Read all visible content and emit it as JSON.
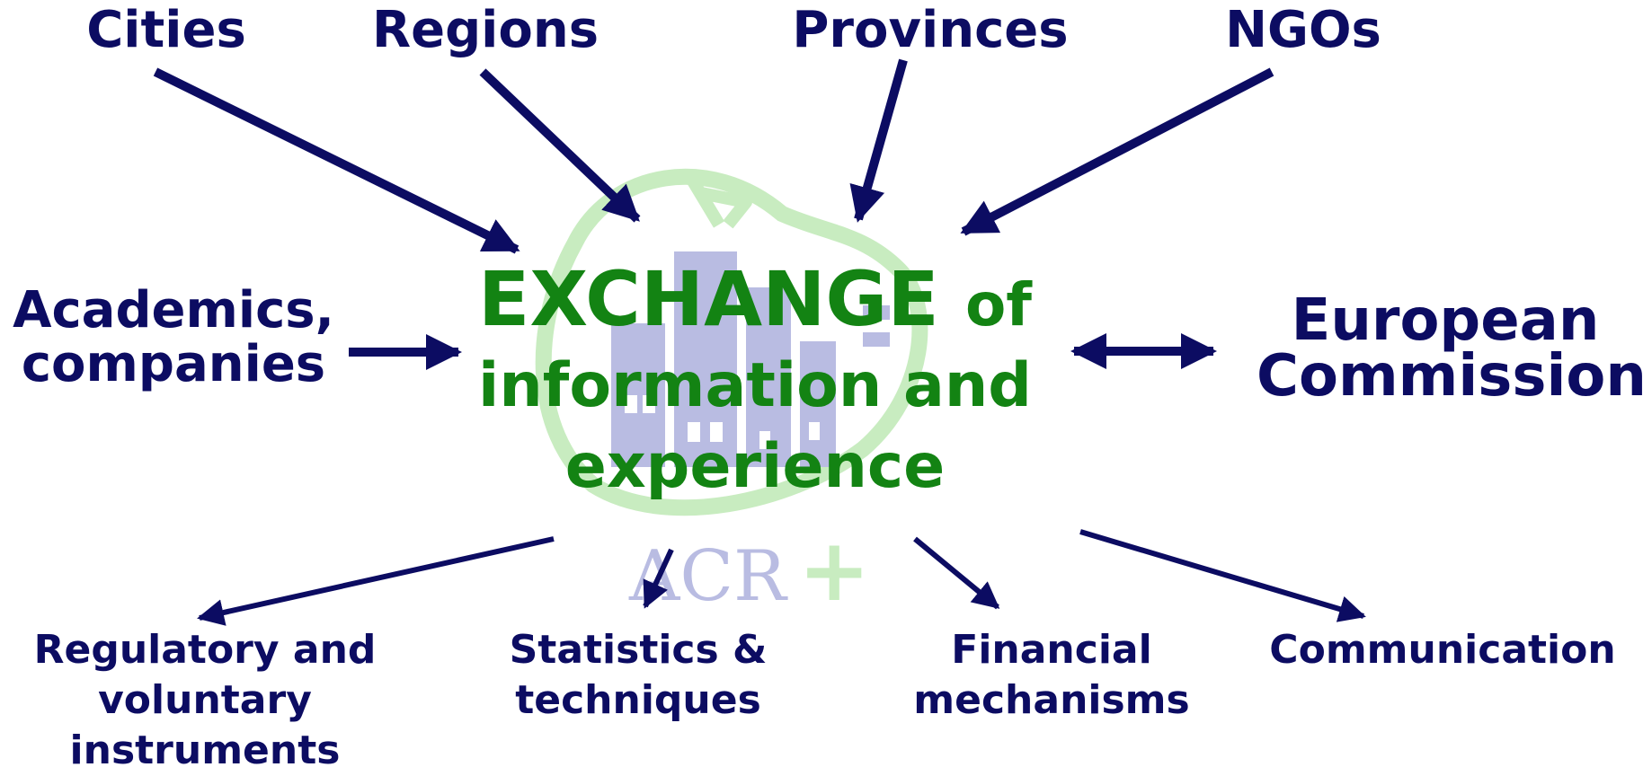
{
  "colors": {
    "label": "#0c0c62",
    "arrow": "#0c0c62",
    "center_text": "#138313",
    "logo_green": "#c8ecc0",
    "logo_blue": "#b9bce2"
  },
  "top_labels": {
    "cities": "Cities",
    "regions": "Regions",
    "provinces": "Provinces",
    "ngos": "NGOs"
  },
  "left_label": {
    "line1": "Academics,",
    "line2": "companies"
  },
  "right_label": {
    "line1": "European",
    "line2": "Commission"
  },
  "center": {
    "line1_main": "EXCHANGE",
    "line1_suffix": "of",
    "line2": "information and",
    "line3": "experience"
  },
  "logo": {
    "text": "ACR",
    "plus": "+"
  },
  "bottom_labels": {
    "regulatory": {
      "line1": "Regulatory and",
      "line2": "voluntary",
      "line3": "instruments"
    },
    "statistics": {
      "line1": "Statistics &",
      "line2": "techniques"
    },
    "financial": {
      "line1": "Financial",
      "line2": "mechanisms"
    },
    "communication": "Communication"
  }
}
